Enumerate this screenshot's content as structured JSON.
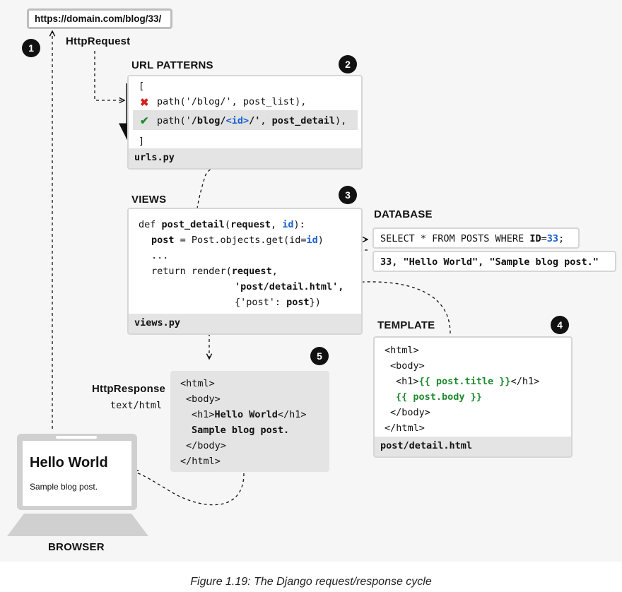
{
  "url_bar": "https://domain.com/blog/33/",
  "badges": [
    "1",
    "2",
    "3",
    "4",
    "5"
  ],
  "http_request_label": "HttpRequest",
  "url_patterns": {
    "title": "URL PATTERNS",
    "open_bracket": "[",
    "line1": "path('/blog/', post_list),",
    "line2": {
      "p1": "path('",
      "p2": "/blog/",
      "p3": "<id>",
      "p4": "/'",
      "p5": ", ",
      "p6": "post_detail",
      "p7": "),"
    },
    "close_bracket": "]",
    "filename": "urls.py"
  },
  "views": {
    "title": "VIEWS",
    "l1": {
      "a": "def ",
      "b": "post_detail",
      "c": "(",
      "d": "request",
      "e": ", ",
      "f": "id",
      "g": "):"
    },
    "l2": {
      "a": "post",
      "b": " = Post.objects.get(",
      "c": "id",
      "d": "=",
      "e": "id",
      "f": ")"
    },
    "l3": "...",
    "l4": {
      "a": "return render(",
      "b": "request",
      "c": ","
    },
    "l5": "'post/detail.html',",
    "l6": {
      "a": "{'post': ",
      "b": "post",
      "c": "})"
    },
    "filename": "views.py"
  },
  "database": {
    "title": "DATABASE",
    "query": {
      "a": "SELECT * FROM POSTS WHERE ",
      "b": "ID",
      "c": "=",
      "d": "33",
      "e": ";"
    },
    "result": "33, \"Hello World\", \"Sample blog post.\""
  },
  "template": {
    "title": "TEMPLATE",
    "l1": "<html>",
    "l2": "<body>",
    "l3": {
      "a": "<h1>",
      "b": "{{ post.title }}",
      "c": "</h1>"
    },
    "l4": "{{ post.body }}",
    "l5": "</body>",
    "l6": "</html>",
    "filename": "post/detail.html"
  },
  "response": {
    "label": "HttpResponse",
    "content_type": "text/html",
    "l1": "<html>",
    "l2": "<body>",
    "l3": {
      "a": "<h1>",
      "b": "Hello World",
      "c": "</h1>"
    },
    "l4": "Sample blog post.",
    "l5": "</body>",
    "l6": "</html>"
  },
  "browser": {
    "heading": "Hello World",
    "body": "Sample blog post.",
    "label": "BROWSER"
  },
  "caption": "Figure 1.19: The Django request/response cycle",
  "colors": {
    "green": "#1f8a2e",
    "blue": "#1a5fd0",
    "red": "#d62020",
    "panel": "#e4e4e4"
  }
}
